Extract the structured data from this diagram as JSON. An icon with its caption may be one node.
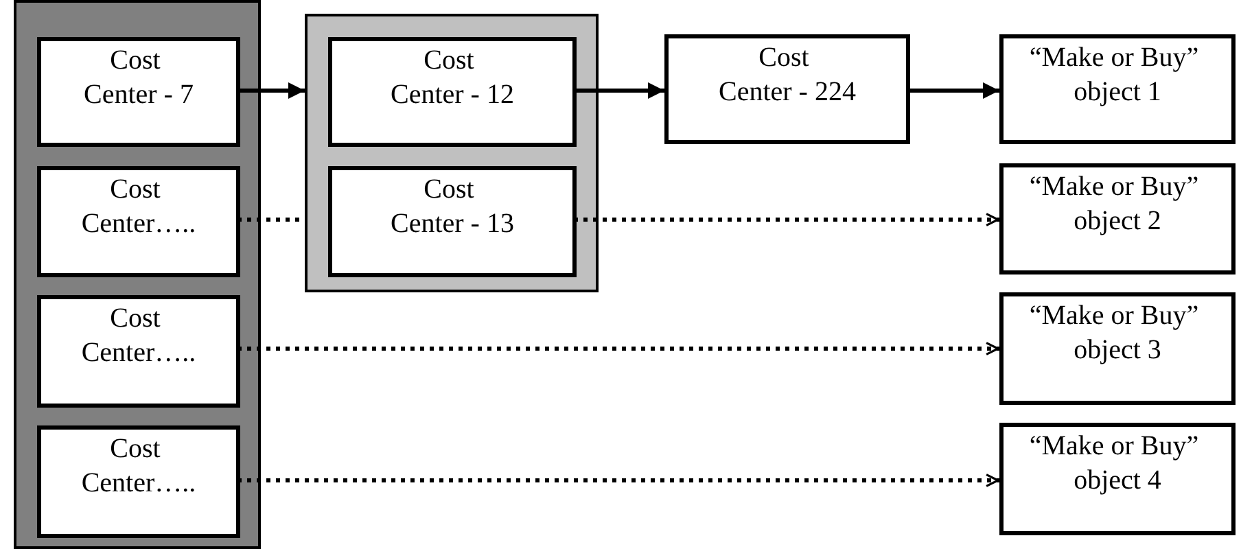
{
  "diagram": {
    "nodes": [
      {
        "text": [],
        "shape": "box"
      },
      {
        "text": [
          "Cost Center - 7"
        ],
        "in": 0
      },
      {
        "text": [
          "Cost Center….."
        ],
        "in": 0
      },
      {
        "text": [
          "Cost Center….."
        ],
        "in": 0
      },
      {
        "text": [
          "Cost Center….."
        ],
        "in": 0
      },
      {
        "text": [],
        "shape": "box"
      },
      {
        "text": [
          "Cost Center - 12"
        ],
        "in": 5
      },
      {
        "text": [
          "Cost Center - 13"
        ],
        "in": 5
      },
      {
        "text": [
          "Cost Center - 224"
        ]
      },
      {
        "text": [
          "“Make or Buy” object 1"
        ]
      },
      {
        "text": [
          "“Make or Buy” object 2"
        ]
      },
      {
        "text": [
          "“Make or Buy” object 3"
        ]
      },
      {
        "text": [
          "“Make or Buy” object 4"
        ]
      }
    ],
    "edges": [
      {
        "from": 1,
        "to": 5,
        "arrow": "to"
      },
      {
        "from": 6,
        "to": 8,
        "arrow": "to"
      },
      {
        "from": 8,
        "to": 9,
        "arrow": "to"
      },
      {
        "from": 2,
        "to": 5,
        "arrow": "none",
        "style": "dashed"
      },
      {
        "from": 7,
        "to": 10,
        "arrow": "to",
        "style": "dashed"
      },
      {
        "from": 3,
        "to": 11,
        "arrow": "to",
        "style": "dashed"
      },
      {
        "from": 4,
        "to": 12,
        "arrow": "to",
        "style": "dashed"
      }
    ]
  }
}
